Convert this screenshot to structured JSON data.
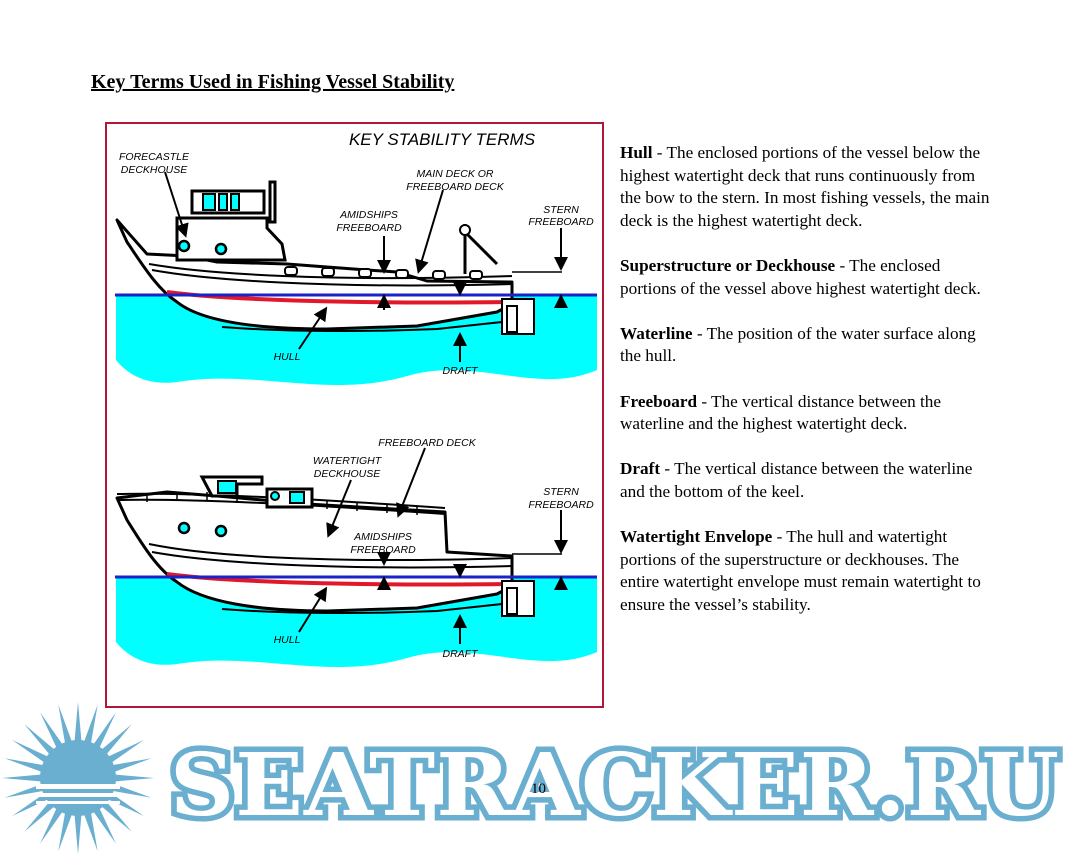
{
  "heading": "Key Terms Used in Fishing Vessel Stability",
  "figure": {
    "title": "KEY STABILITY TERMS",
    "top_labels": {
      "forecastle_1": "FORECASTLE",
      "forecastle_2": "DECKHOUSE",
      "main_deck_1": "MAIN DECK OR",
      "main_deck_2": "FREEBOARD DECK",
      "amidships_1": "AMIDSHIPS",
      "amidships_2": "FREEBOARD",
      "stern_1": "STERN",
      "stern_2": "FREEBOARD",
      "hull": "HULL",
      "draft": "DRAFT"
    },
    "bottom_labels": {
      "freeboard_deck": "FREEBOARD DECK",
      "watertight_1": "WATERTIGHT",
      "watertight_2": "DECKHOUSE",
      "stern_1": "STERN",
      "stern_2": "FREEBOARD",
      "amidships_1": "AMIDSHIPS",
      "amidships_2": "FREEBOARD",
      "hull": "HULL",
      "draft": "DRAFT"
    },
    "colors": {
      "water": "#00ffff",
      "waterline": "#1a22c8",
      "boot_stripe": "#e0182a",
      "frame": "#b0173a"
    }
  },
  "definitions": [
    {
      "term": "Hull",
      "text": " - The enclosed portions of the vessel below the highest watertight deck that runs continuously from the bow to the stern.  In most fishing vessels, the main deck is the highest watertight deck."
    },
    {
      "term": "Superstructure or Deckhouse",
      "text": " - The enclosed portions of the vessel above highest watertight deck."
    },
    {
      "term": "Waterline",
      "text": " - The position of the water surface along the hull."
    },
    {
      "term": "Freeboard",
      "text": " - The vertical distance between the waterline and the highest watertight deck."
    },
    {
      "term": "Draft",
      "text": " - The vertical distance between the waterline and the bottom of the keel."
    },
    {
      "term": "Watertight Envelope",
      "text": " - The hull and watertight portions of the superstructure or deckhouses.  The entire watertight envelope must remain watertight to ensure the vessel’s stability."
    }
  ],
  "page_number": "10",
  "watermark": {
    "text": "SEATRACKER.RU",
    "color": "#6aaed0"
  }
}
